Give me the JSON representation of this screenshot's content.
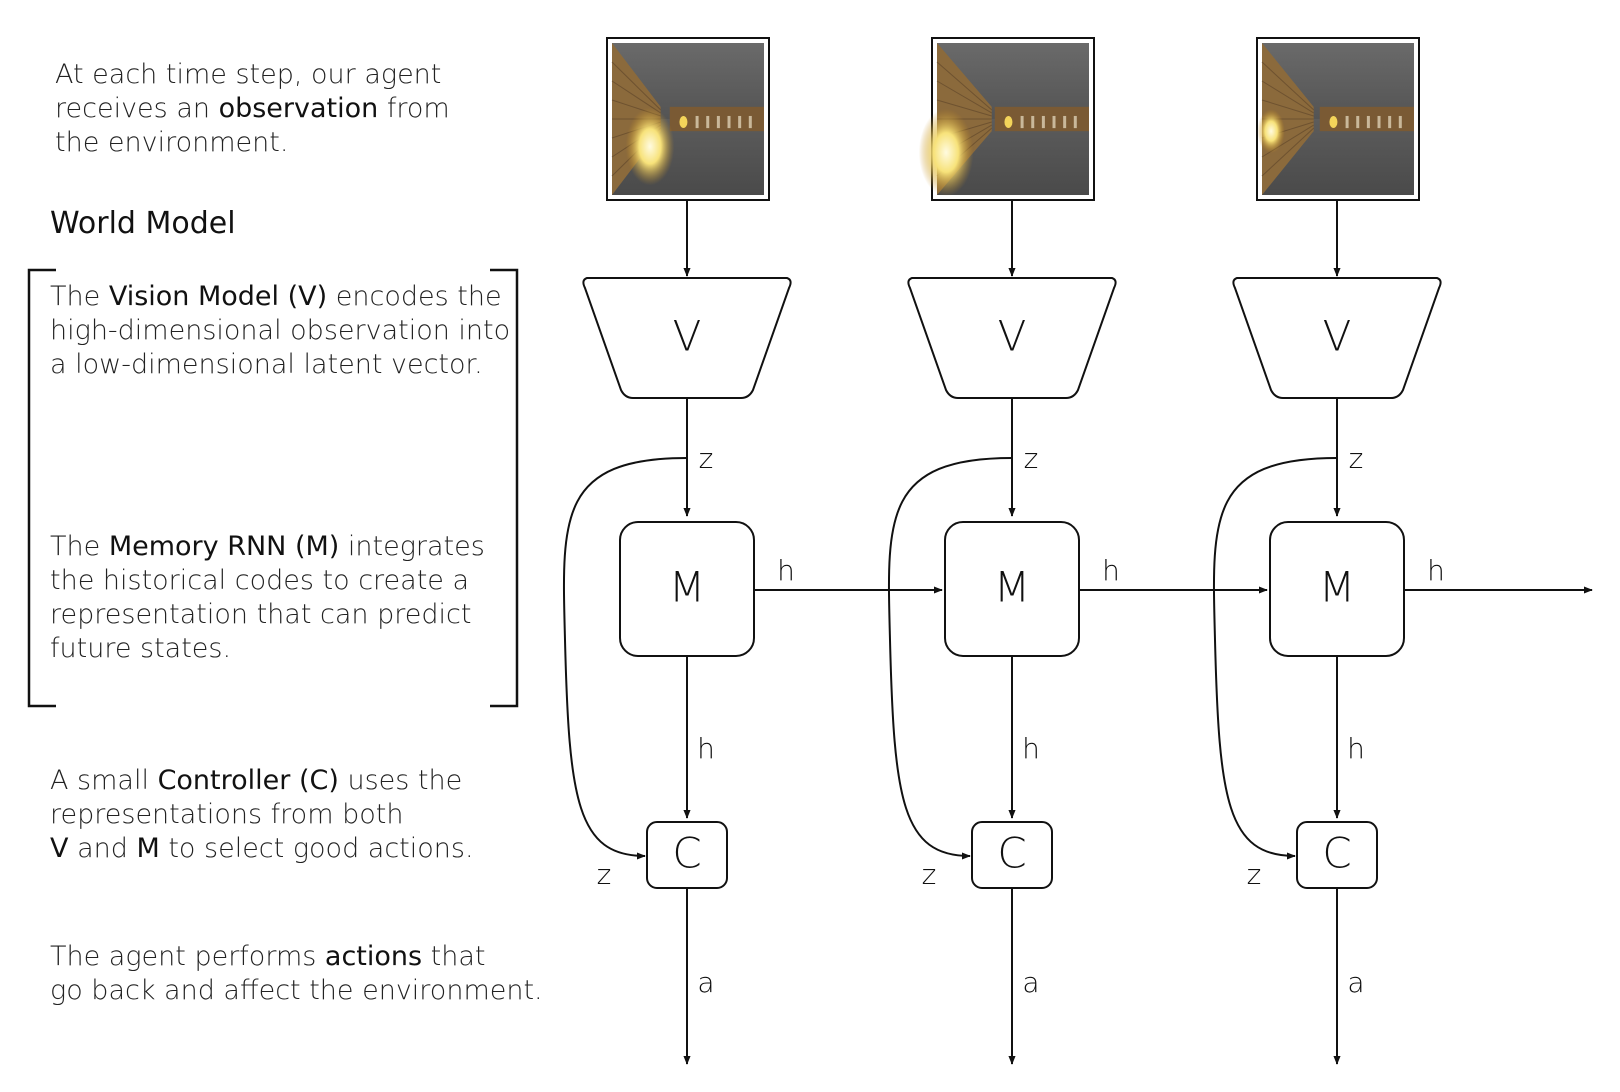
{
  "observation_text": {
    "pre": "At each time step, our agent",
    "pre2": "receives an ",
    "bold": "observation",
    "post2": " from",
    "line3": "the environment."
  },
  "world_model_heading": "World Model",
  "vision_text": {
    "l1_pre": "The ",
    "l1_bold": "Vision Model (V)",
    "l1_post": " encodes the",
    "l2": "high-dimensional observation into",
    "l3": "a low-dimensional latent vector."
  },
  "memory_text": {
    "l1_pre": "The ",
    "l1_bold": "Memory RNN (M)",
    "l1_post": " integrates",
    "l2": "the historical codes to create a",
    "l3": "representation that can predict",
    "l4": "future states."
  },
  "controller_text": {
    "l1_pre": "A small ",
    "l1_bold": "Controller (C)",
    "l1_post": " uses the",
    "l2": "representations from both",
    "l3_b1": "V",
    "l3_mid": " and ",
    "l3_b2": "M",
    "l3_post": " to select good actions."
  },
  "action_text": {
    "l1_pre": "The agent performs ",
    "l1_bold": "actions",
    "l1_post": " that",
    "l2": "go back and affect the environment."
  },
  "columns": [
    {
      "v": "V",
      "m": "M",
      "c": "C",
      "z_down": "z",
      "z_side": "z",
      "h_right": "h",
      "h_down": "h",
      "a": "a"
    },
    {
      "v": "V",
      "m": "M",
      "c": "C",
      "z_down": "z",
      "z_side": "z",
      "h_right": "h",
      "h_down": "h",
      "a": "a"
    },
    {
      "v": "V",
      "m": "M",
      "c": "C",
      "z_down": "z",
      "z_side": "z",
      "h_right": "h",
      "h_down": "h",
      "a": "a"
    }
  ],
  "colors": {
    "stroke": "#111111",
    "frame_bg": "#5a5a5a",
    "wall": "#8b6a3c",
    "light": "#f5e27a"
  },
  "icons": [
    "game-frame-image",
    "arrow-head-icon"
  ]
}
